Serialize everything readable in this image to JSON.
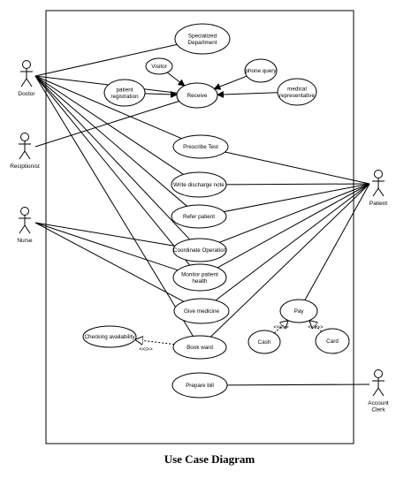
{
  "caption": "Use Case Diagram",
  "actors": [
    {
      "id": "doctor",
      "label": "Doctor"
    },
    {
      "id": "receptionist",
      "label": "Reciptionist"
    },
    {
      "id": "nurse",
      "label": "Nurse"
    },
    {
      "id": "patient",
      "label": "Patient"
    },
    {
      "id": "clerk",
      "label": "Account\nClerk"
    }
  ],
  "use_cases": [
    {
      "id": "specialized",
      "label": "Specialized\nDepartment"
    },
    {
      "id": "visitor",
      "label": "Visitor"
    },
    {
      "id": "phone",
      "label": "phone query"
    },
    {
      "id": "registration",
      "label": "patient\nregistration"
    },
    {
      "id": "receive",
      "label": "Receive"
    },
    {
      "id": "medrep",
      "label": "medical\nrepresentative"
    },
    {
      "id": "prescribe",
      "label": "Prescribe Test"
    },
    {
      "id": "discharge",
      "label": "Write discharge note"
    },
    {
      "id": "refer",
      "label": "Refer patient"
    },
    {
      "id": "coordinate",
      "label": "Coordinate Operation"
    },
    {
      "id": "monitor",
      "label": "Monitor patient\nhealth"
    },
    {
      "id": "medicine",
      "label": "Give medicine"
    },
    {
      "id": "pay",
      "label": "Pay"
    },
    {
      "id": "checking",
      "label": "Checking availability"
    },
    {
      "id": "bookward",
      "label": "Book ward"
    },
    {
      "id": "cash",
      "label": "Cash"
    },
    {
      "id": "card",
      "label": "Card"
    },
    {
      "id": "bill",
      "label": "Prepare bill"
    }
  ],
  "stereotypes": [
    {
      "id": "ext_cash",
      "label": "<<e>>"
    },
    {
      "id": "ext_card",
      "label": "<<e>>"
    },
    {
      "id": "inc_check",
      "label": "<<i>>"
    }
  ]
}
